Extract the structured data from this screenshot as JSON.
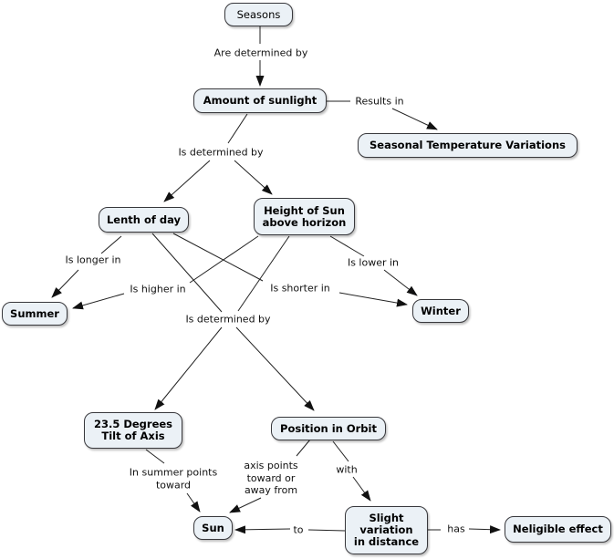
{
  "diagram": {
    "type": "concept-map",
    "topic": "Seasons"
  },
  "colors": {
    "background": "#ffffff",
    "node_fill": "#ebf1f6",
    "node_border": "#38383c",
    "line": "#222222",
    "text": "#000000"
  },
  "nodes": {
    "seasons": {
      "label": "Seasons"
    },
    "amount_of_sunlight": {
      "label": "Amount of sunlight"
    },
    "seasonal_temperature_variations": {
      "label": "Seasonal Temperature Variations"
    },
    "lenth_of_day": {
      "label": "Lenth of day"
    },
    "height_of_sun": {
      "label": "Height of Sun\nabove horizon"
    },
    "summer": {
      "label": "Summer"
    },
    "winter": {
      "label": "Winter"
    },
    "tilt_of_axis": {
      "label": "23.5 Degrees\nTilt of Axis"
    },
    "position_in_orbit": {
      "label": "Position in Orbit"
    },
    "sun": {
      "label": "Sun"
    },
    "slight_variation": {
      "label": "Slight\nvariation\nin distance"
    },
    "neligible_effect": {
      "label": "Neligible effect"
    }
  },
  "edge_labels": {
    "are_determined_by": {
      "text": "Are determined by"
    },
    "results_in": {
      "text": "Results in"
    },
    "is_determined_by_top": {
      "text": "Is determined by"
    },
    "is_longer_in": {
      "text": "Is longer in"
    },
    "is_higher_in": {
      "text": "Is higher in"
    },
    "is_shorter_in": {
      "text": "Is shorter in"
    },
    "is_lower_in": {
      "text": "Is lower in"
    },
    "is_determined_by_mid": {
      "text": "Is determined by"
    },
    "in_summer_points_toward": {
      "text": "In summer points\ntoward"
    },
    "axis_points_toward_or_away_from": {
      "text": "axis points\ntoward or\naway from"
    },
    "with": {
      "text": "with"
    },
    "to": {
      "text": "to"
    },
    "has": {
      "text": "has"
    }
  },
  "relations": [
    {
      "from": [
        "Seasons"
      ],
      "label": "Are determined by",
      "to": [
        "Amount of sunlight"
      ]
    },
    {
      "from": [
        "Amount of sunlight"
      ],
      "label": "Results in",
      "to": [
        "Seasonal Temperature Variations"
      ]
    },
    {
      "from": [
        "Amount of sunlight"
      ],
      "label": "Is determined by",
      "to": [
        "Lenth of day",
        "Height of Sun above horizon"
      ]
    },
    {
      "from": [
        "Lenth of day"
      ],
      "label": "Is longer in",
      "to": [
        "Summer"
      ]
    },
    {
      "from": [
        "Lenth of day"
      ],
      "label": "Is shorter in",
      "to": [
        "Winter"
      ]
    },
    {
      "from": [
        "Height of Sun above horizon"
      ],
      "label": "Is higher in",
      "to": [
        "Summer"
      ]
    },
    {
      "from": [
        "Height of Sun above horizon"
      ],
      "label": "Is lower in",
      "to": [
        "Winter"
      ]
    },
    {
      "from": [
        "Lenth of day",
        "Height of Sun above horizon"
      ],
      "label": "Is determined by",
      "to": [
        "23.5 Degrees Tilt of Axis",
        "Position in Orbit"
      ]
    },
    {
      "from": [
        "23.5 Degrees Tilt of Axis"
      ],
      "label": "In summer points toward",
      "to": [
        "Sun"
      ]
    },
    {
      "from": [
        "Position in Orbit"
      ],
      "label": "axis points toward or away from",
      "to": [
        "Sun"
      ]
    },
    {
      "from": [
        "Position in Orbit"
      ],
      "label": "with",
      "to": [
        "Slight variation in distance"
      ]
    },
    {
      "from": [
        "Slight variation in distance"
      ],
      "label": "to",
      "to": [
        "Sun"
      ]
    },
    {
      "from": [
        "Slight variation in distance"
      ],
      "label": "has",
      "to": [
        "Neligible effect"
      ]
    }
  ]
}
